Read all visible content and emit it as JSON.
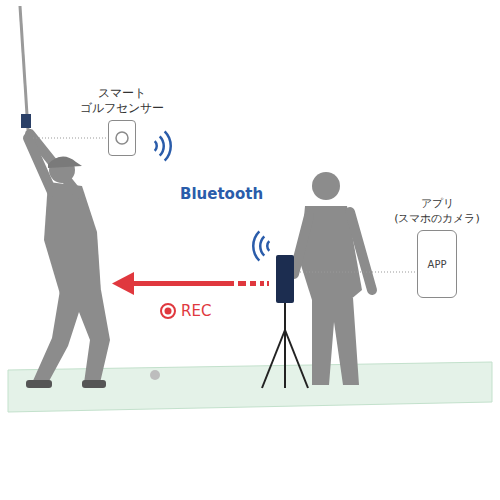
{
  "diagram": {
    "nodes": [
      {
        "text": [
          "スマート ゴルフセンサー"
        ]
      },
      {
        "text": [
          "アプリ (スマホのカメラ)",
          "APP"
        ]
      }
    ],
    "labels": [
      "Bluetooth",
      "REC"
    ]
  }
}
